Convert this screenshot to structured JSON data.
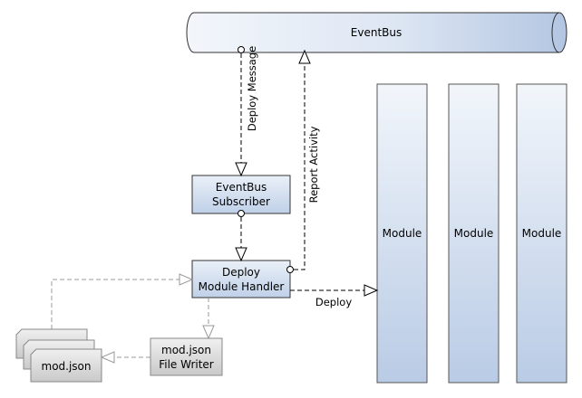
{
  "eventbus": {
    "label": "EventBus"
  },
  "subscriber": {
    "line1": "EventBus",
    "line2": "Subscriber"
  },
  "handler": {
    "line1": "Deploy",
    "line2": "Module Handler"
  },
  "writer": {
    "line1": "mod.json",
    "line2": "File Writer"
  },
  "modfiles": {
    "label": "mod.json"
  },
  "modules": [
    {
      "label": "Module"
    },
    {
      "label": "Module"
    },
    {
      "label": "Module"
    }
  ],
  "edges": {
    "deploy_message": "Deploy Message",
    "report_activity": "Report Activity",
    "deploy": "Deploy"
  }
}
